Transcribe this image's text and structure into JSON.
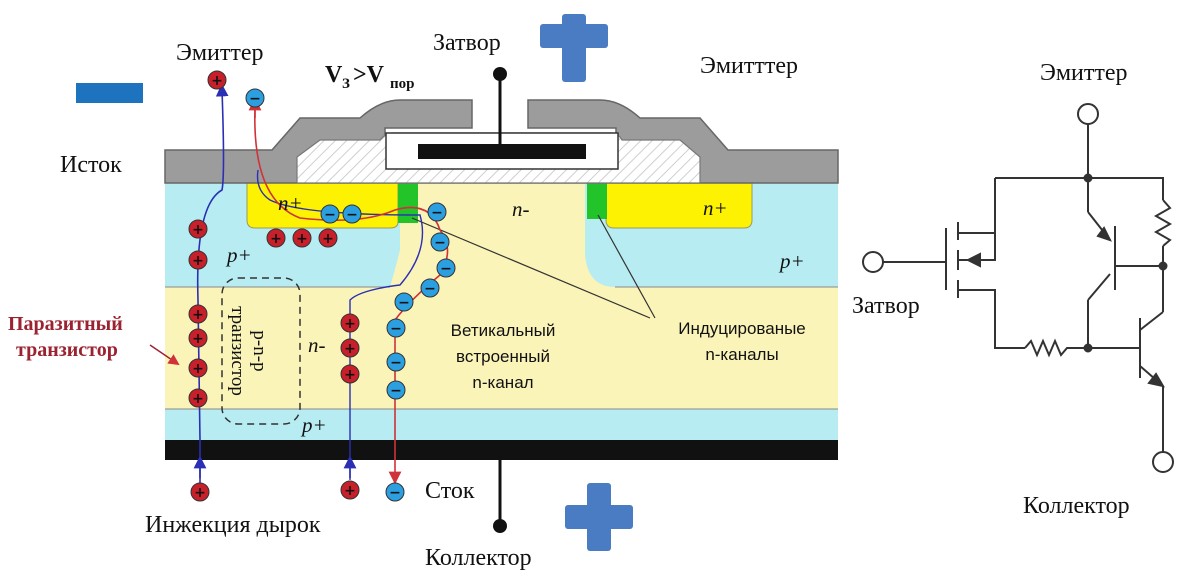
{
  "labels": {
    "emitter_top_left": "Эмиттер",
    "gate_top": "Затвор",
    "emitter_top_right": "Эмитттер",
    "threshold_v": "V",
    "threshold_v_sub": "З",
    "threshold_gt": ">V",
    "threshold_sub2": "пор",
    "source": "Исток",
    "n_plus_left": "n+",
    "n_minus_top": "n-",
    "n_plus_right": "n+",
    "p_plus_left": "p+",
    "p_plus_right": "p+",
    "pnp_line1": "p-n-p",
    "pnp_line2": "транзистор",
    "n_minus_mid": "n-",
    "vertical_channel_1": "Ветикальный",
    "vertical_channel_2": "встроенный",
    "vertical_channel_3": "n-канал",
    "induced_1": "Индуцированые",
    "induced_2": "n-каналы",
    "p_plus_bottom": "p+",
    "parasitic_1": "Паразитный",
    "parasitic_2": "транзистор",
    "drain": "Сток",
    "hole_injection": "Инжекция дырок",
    "collector_bottom": "Коллектор",
    "circuit_emitter": "Эмиттер",
    "circuit_gate": "Затвор",
    "circuit_collector": "Коллектор"
  },
  "carriers": {
    "hole_symbol": "+",
    "electron_symbol": "−"
  },
  "colors": {
    "p_region": "#b7ecf3",
    "n_region": "#fbf4b9",
    "n_plus": "#fdf201",
    "channel": "#22c42a",
    "metal": "#9c9c9c",
    "oxide": "#ffffff",
    "gate_bar": "#111111",
    "collector_bar": "#111111",
    "hole": "#c8202b",
    "electron": "#2b9fe0",
    "plus_sign": "#4a7cc4",
    "minus_sign": "#1d73be",
    "parasitic_text": "#9b2230"
  }
}
